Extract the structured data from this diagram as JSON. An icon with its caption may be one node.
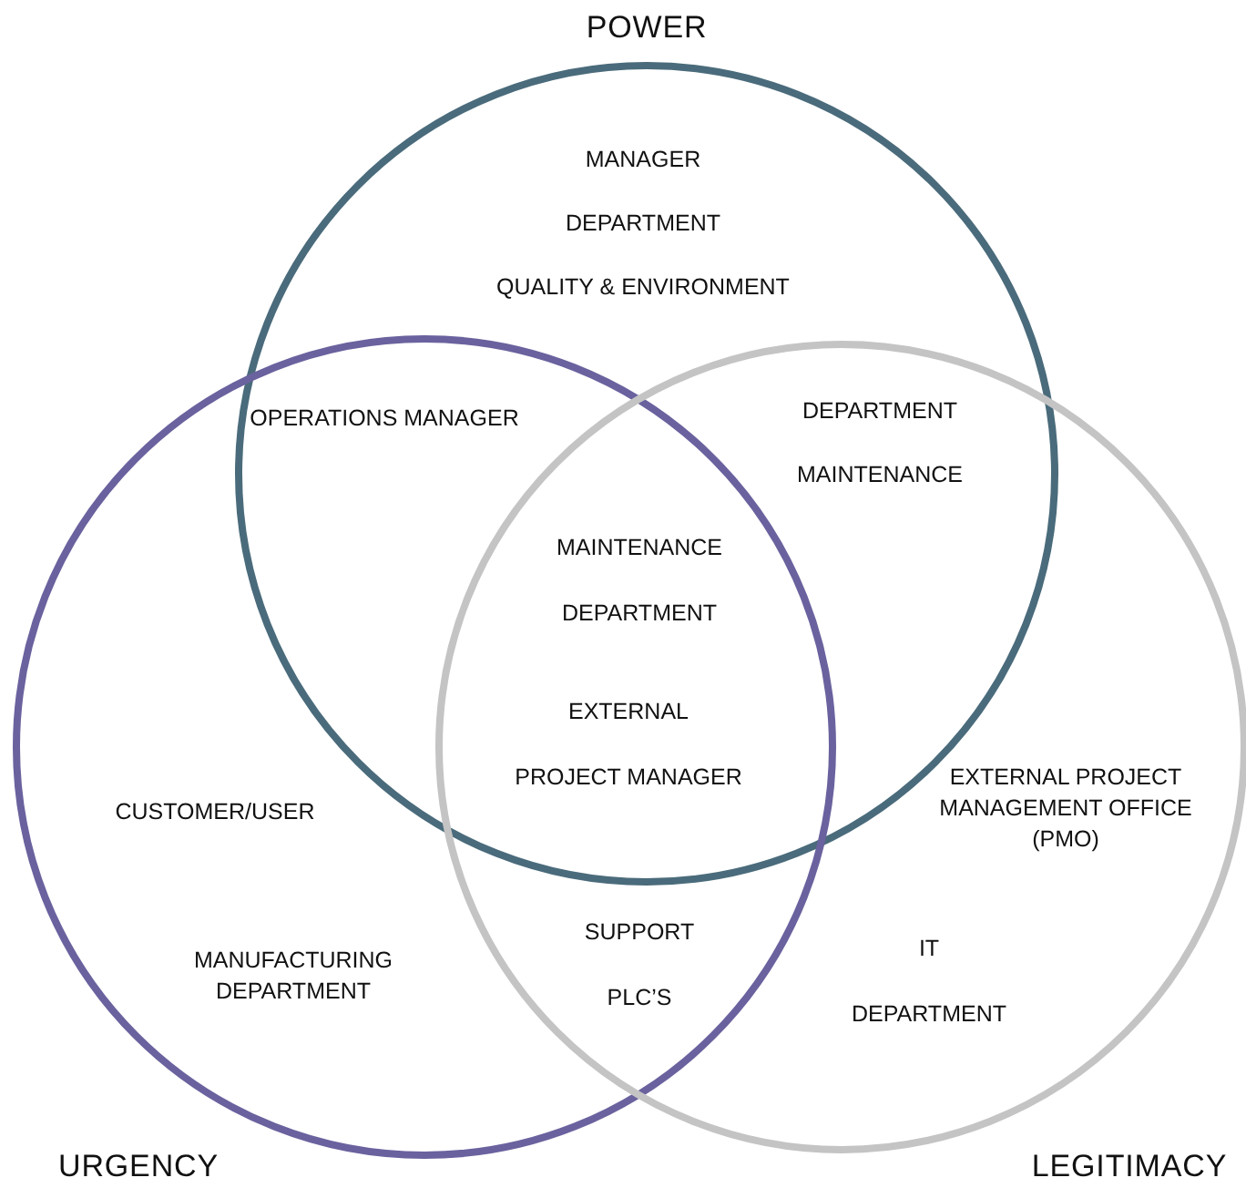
{
  "diagram": {
    "nodes": [
      {
        "text": [
          "POWER"
        ]
      },
      {
        "text": [
          "URGENCY"
        ]
      },
      {
        "text": [
          "LEGITIMACY"
        ]
      }
    ],
    "labels": [
      "MANAGER",
      "DEPARTMENT",
      "QUALITY & ENVIRONMENT",
      "OPERATIONS MANAGER",
      "DEPARTMENT",
      "MAINTENANCE",
      "MAINTENANCE",
      "DEPARTMENT",
      "EXTERNAL",
      "PROJECT MANAGER",
      "EXTERNAL PROJECT MANAGEMENT OFFICE (PMO)",
      "CUSTOMER/USER",
      "SUPPORT",
      "PLC’S",
      "IT",
      "MANUFACTURING DEPARTMENT",
      "DEPARTMENT"
    ]
  }
}
